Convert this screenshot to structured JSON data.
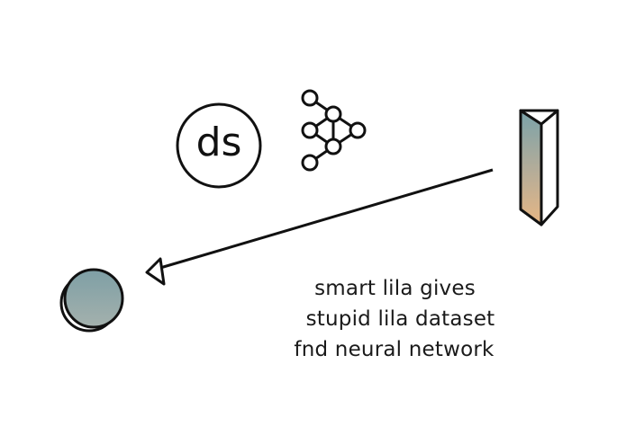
{
  "ds_badge": {
    "text": "ds"
  },
  "caption": {
    "lines": [
      "smart lila gives",
      "stupid lila dataset",
      "fnd neural network"
    ]
  },
  "colors": {
    "stroke": "#111111",
    "gradient_top": "#7fa3a8",
    "gradient_bottom": "#e2b789",
    "sphere_fill": "#86a7ab"
  },
  "icons": [
    "ds-circle-icon",
    "neural-network-icon",
    "prism-icon",
    "arrow-icon",
    "sphere-icon"
  ]
}
